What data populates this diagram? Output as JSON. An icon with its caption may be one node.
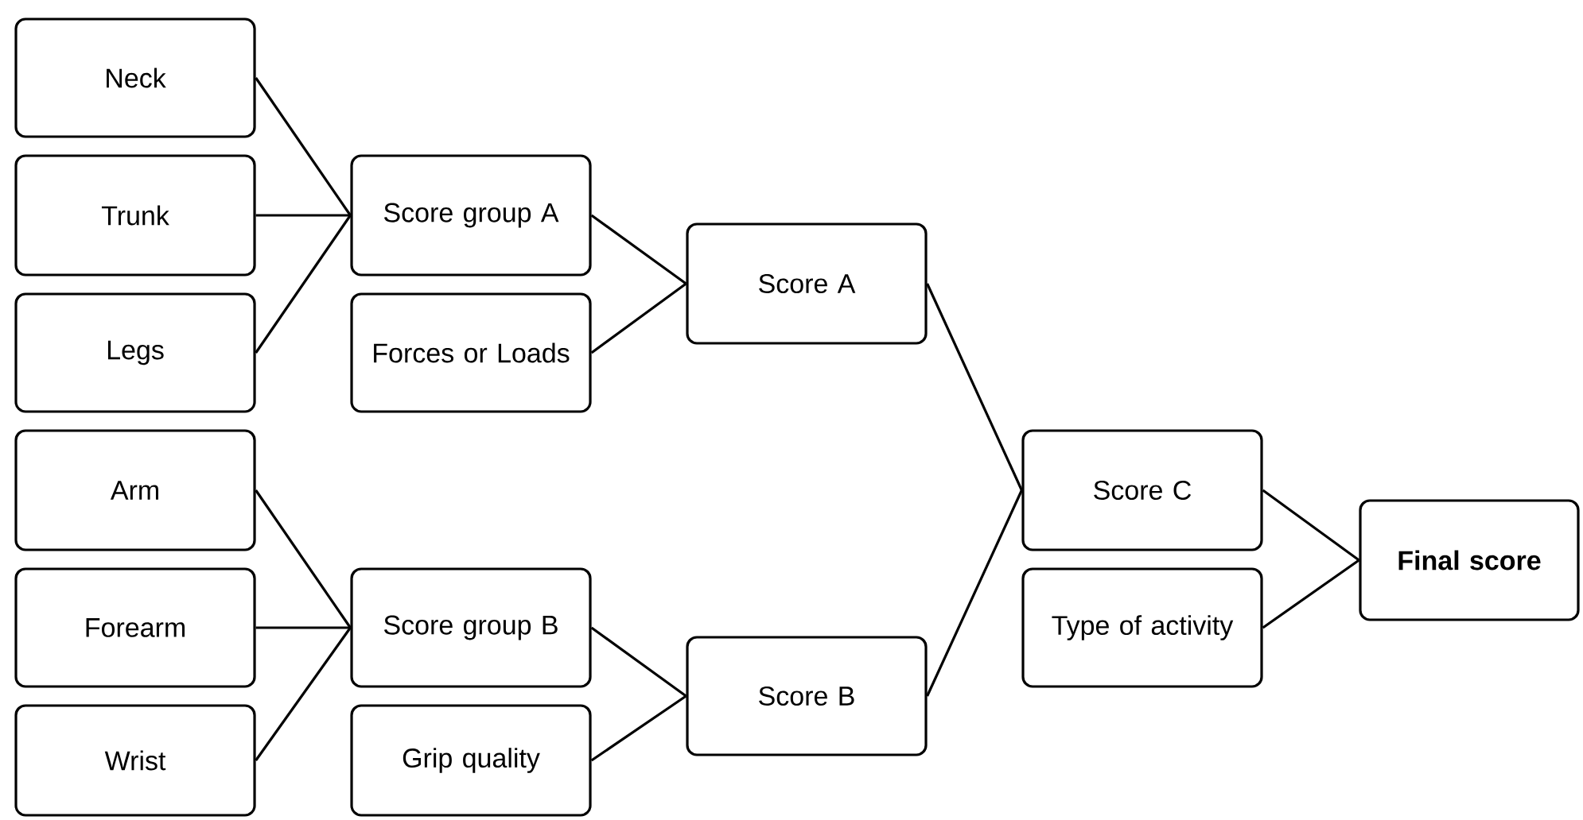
{
  "diagram": {
    "nodes": [
      {
        "text": [
          "Neck"
        ]
      },
      {
        "text": [
          "Trunk"
        ]
      },
      {
        "text": [
          "Legs"
        ]
      },
      {
        "text": [
          "Arm"
        ]
      },
      {
        "text": [
          "Forearm"
        ]
      },
      {
        "text": [
          "Wrist"
        ]
      },
      {
        "text": [
          "Score group A"
        ]
      },
      {
        "text": [
          "Forces or Loads"
        ]
      },
      {
        "text": [
          "Score group B"
        ]
      },
      {
        "text": [
          "Grip quality"
        ]
      },
      {
        "text": [
          "Score A"
        ]
      },
      {
        "text": [
          "Score B"
        ]
      },
      {
        "text": [
          "Score C"
        ]
      },
      {
        "text": [
          "Type of activity"
        ]
      },
      {
        "text": [
          "Final score"
        ]
      }
    ],
    "edges": [
      {
        "from": 0,
        "to": 6,
        "arrow": "none"
      },
      {
        "from": 1,
        "to": 6,
        "arrow": "none"
      },
      {
        "from": 2,
        "to": 6,
        "arrow": "none"
      },
      {
        "from": 3,
        "to": 8,
        "arrow": "none"
      },
      {
        "from": 4,
        "to": 8,
        "arrow": "none"
      },
      {
        "from": 5,
        "to": 8,
        "arrow": "none"
      },
      {
        "from": 6,
        "to": 10,
        "arrow": "none"
      },
      {
        "from": 7,
        "to": 10,
        "arrow": "none"
      },
      {
        "from": 8,
        "to": 11,
        "arrow": "none"
      },
      {
        "from": 9,
        "to": 11,
        "arrow": "none"
      },
      {
        "from": 10,
        "to": 12,
        "arrow": "none"
      },
      {
        "from": 11,
        "to": 12,
        "arrow": "none"
      },
      {
        "from": 12,
        "to": 14,
        "arrow": "none"
      },
      {
        "from": 13,
        "to": 14,
        "arrow": "none"
      }
    ]
  }
}
